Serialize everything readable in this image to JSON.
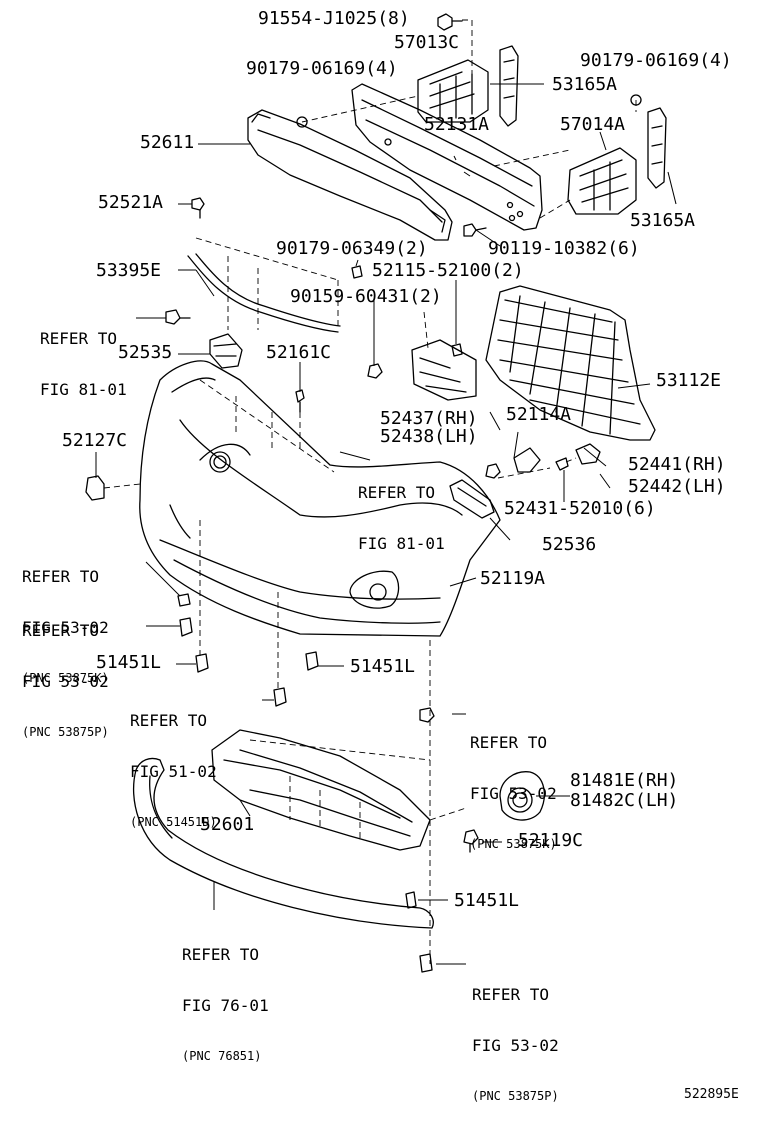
{
  "parts": {
    "p91554": "91554-J1025(8)",
    "p57013c": "57013C",
    "p90179_4a": "90179-06169(4)",
    "p90179_4b": "90179-06169(4)",
    "p53165a_1": "53165A",
    "p52611": "52611",
    "p52131a": "52131A",
    "p57014a": "57014A",
    "p52521a": "52521A",
    "p53165a_2": "53165A",
    "p90179_2": "90179-06349(2)",
    "p90119": "90119-10382(6)",
    "p52115": "52115-52100(2)",
    "p53395e": "53395E",
    "p90159": "90159-60431(2)",
    "p52535": "52535",
    "p52161c": "52161C",
    "p53112e": "53112E",
    "p52437": "52437(RH)",
    "p52114a": "52114A",
    "p52438": "52438(LH)",
    "p52127c": "52127C",
    "p52441": "52441(RH)",
    "p52442": "52442(LH)",
    "p52431": "52431-52010(6)",
    "p52536": "52536",
    "p52119a": "52119A",
    "p51451l_1": "51451L",
    "p51451l_2": "51451L",
    "p81481e": "81481E(RH)",
    "p81482c": "81482C(LH)",
    "p52601": "52601",
    "p52119c": "52119C",
    "p51451l_3": "51451L"
  },
  "refs": {
    "r8101a_1": "REFER TO",
    "r8101a_2": "FIG 81-01",
    "r8101b_1": "REFER TO",
    "r8101b_2": "FIG 81-01",
    "r5302a_1": "REFER TO",
    "r5302a_2": "FIG 53-02",
    "r5302a_3": "(PNC 53875K)",
    "r5302b_1": "REFER TO",
    "r5302b_2": "FIG 53-02",
    "r5302b_3": "(PNC 53875P)",
    "r5102_1": "REFER TO",
    "r5102_2": "FIG 51-02",
    "r5102_3": "(PNC 51451D)",
    "r5302c_1": "REFER TO",
    "r5302c_2": "FIG 53-02",
    "r5302c_3": "(PNC 53875K)",
    "r7601_1": "REFER TO",
    "r7601_2": "FIG 76-01",
    "r7601_3": "(PNC 76851)",
    "r5302d_1": "REFER TO",
    "r5302d_2": "FIG 53-02",
    "r5302d_3": "(PNC 53875P)"
  },
  "illustration_code": "522895E"
}
